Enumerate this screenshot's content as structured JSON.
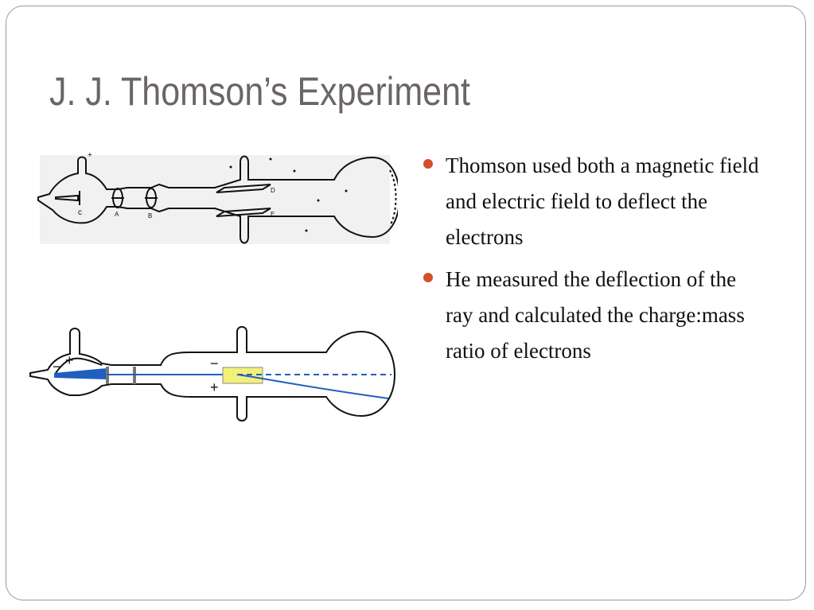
{
  "slide": {
    "title": "J. J. Thomson’s Experiment",
    "bullets": [
      {
        "text": "Thomson used both a magnetic field and electric field to deflect the electrons"
      },
      {
        "text": "He measured the deflection of the ray and calculated the charge:mass ratio of electrons"
      }
    ],
    "bullet_color": "#d4502a"
  },
  "figure_top": {
    "labels": {
      "plus": "+",
      "c": "c",
      "a": "A",
      "b": "B",
      "d": "D",
      "e": "E"
    }
  },
  "figure_bottom": {
    "labels": {
      "minus_left": "−",
      "plus_left": "+",
      "minus_plate": "−",
      "plus_plate": "+"
    },
    "beam_color": "#1f5fbf",
    "plate_color": "#f3f07a"
  }
}
